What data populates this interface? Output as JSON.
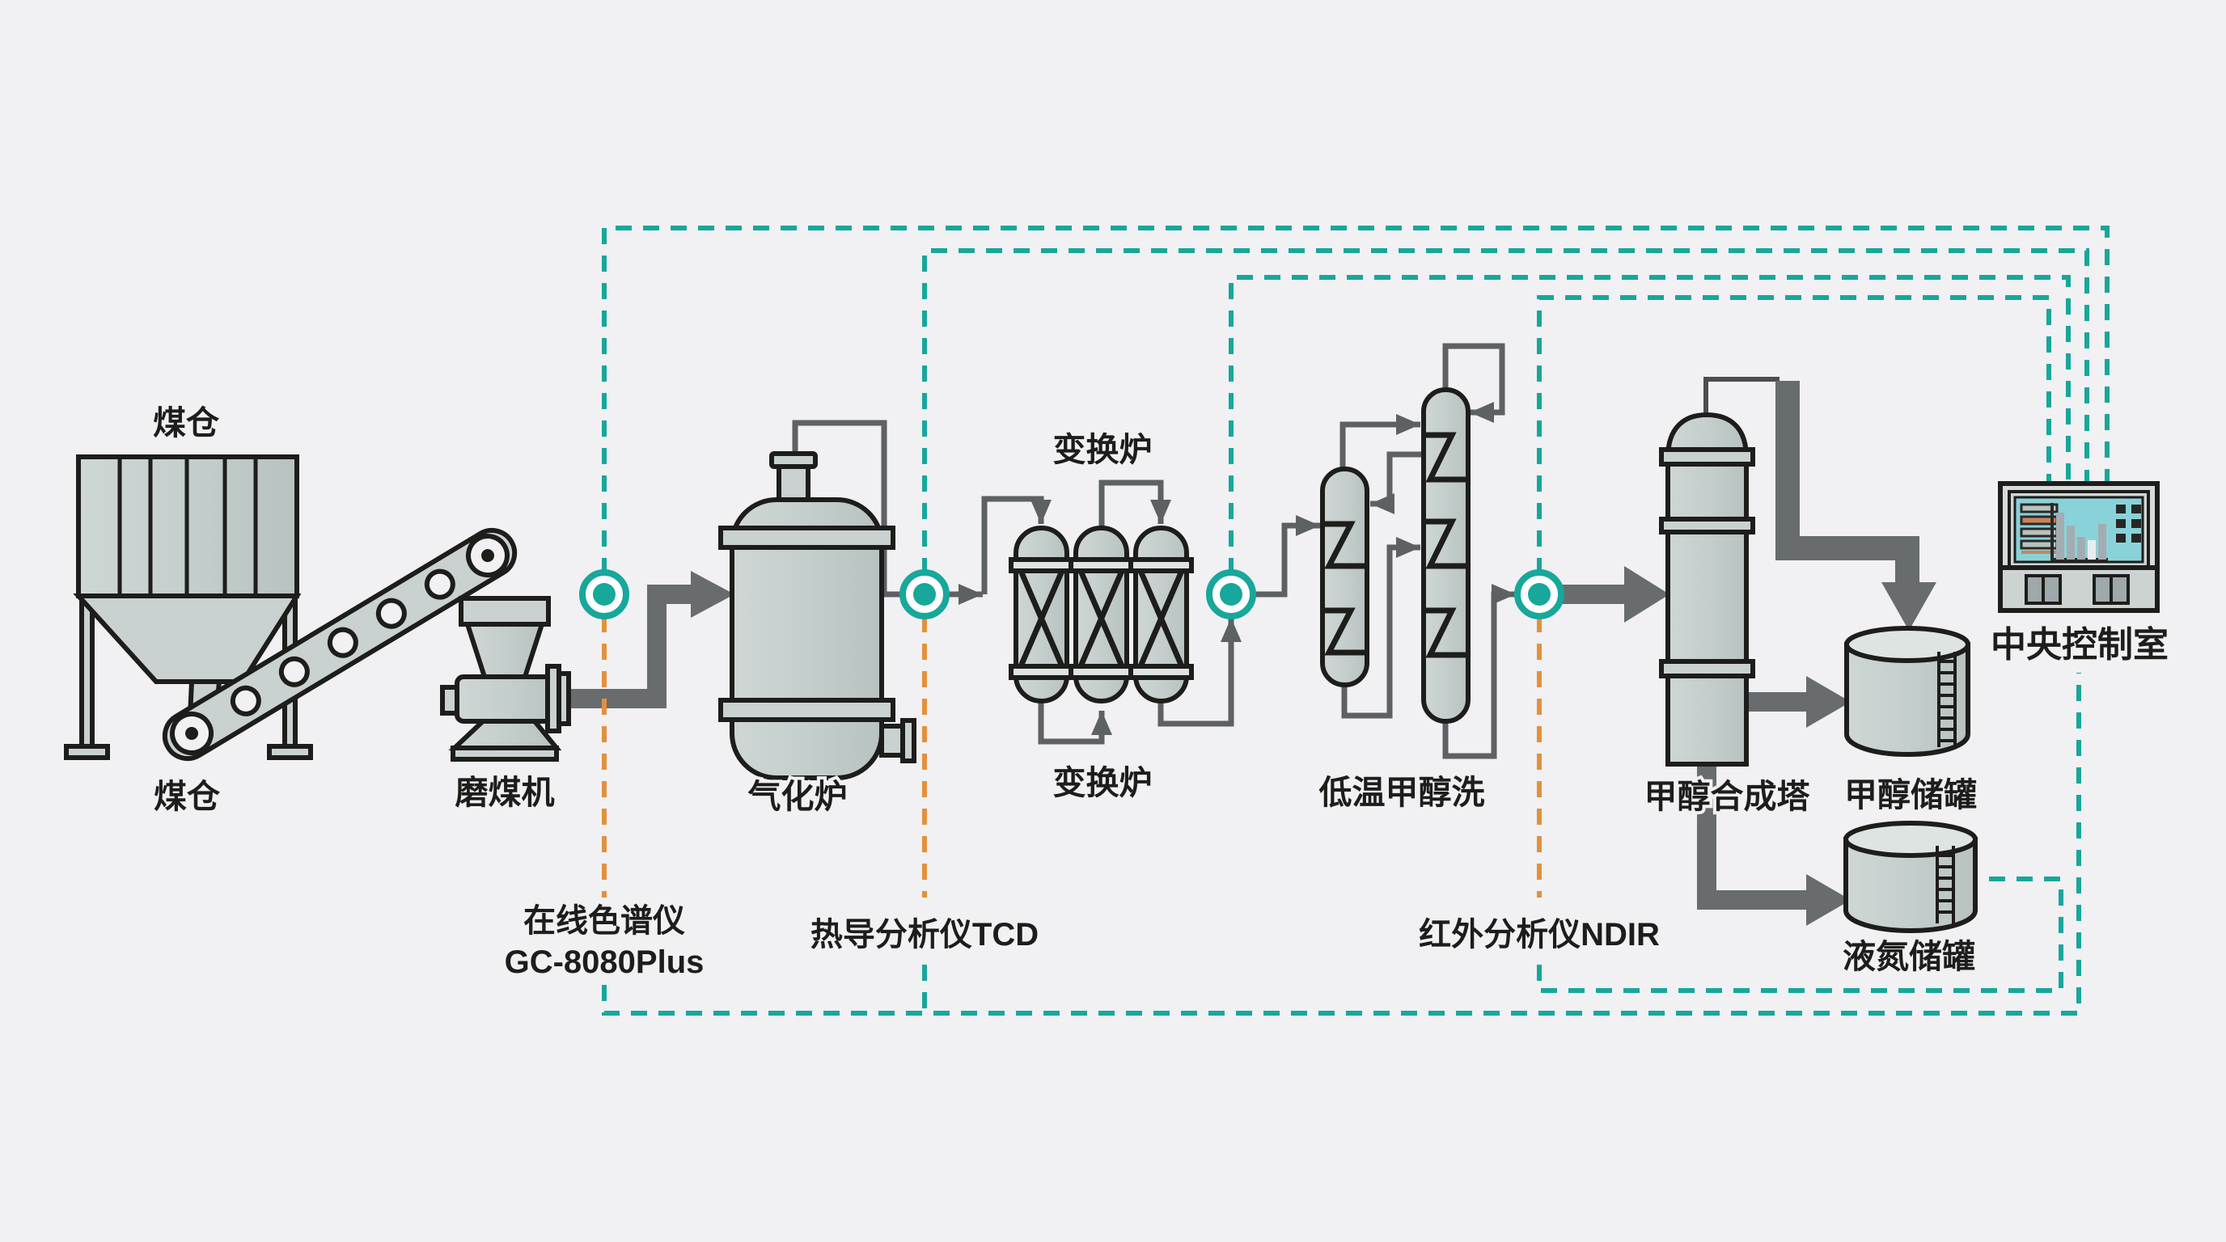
{
  "diagram_title": "coal-to-methanol-online-analysis-flow",
  "colors": {
    "background": "#f1f0f3",
    "outline": "#1d1d1b",
    "equipment_fill": "#c9d2d0",
    "equipment_fill_light": "#dde4e2",
    "pipe_gray": "#5d6163",
    "arrow_gray": "#686c6e",
    "signal_teal": "#17a79b",
    "sample_orange": "#e2913d",
    "screen_cyan": "#8ad2d9",
    "screen_bar_orange": "#c8845c",
    "text": "#1d1d1b"
  },
  "equipment": {
    "coal_bunker_top_label": "煤仓",
    "coal_bunker_label": "煤仓",
    "coal_mill_label": "磨煤机",
    "gasifier_label": "气化炉",
    "shift_converter_top_label": "变换炉",
    "shift_converter_label": "变换炉",
    "methanol_wash_label": "低温甲醇洗",
    "methanol_synthesis_tower_label": "甲醇合成塔",
    "methanol_tank_label": "甲醇储罐",
    "nitrogen_tank_label": "液氮储罐",
    "control_room_label": "中央控制室"
  },
  "analyzers": {
    "gc_line1": "在线色谱仪",
    "gc_line2": "GC-8080Plus",
    "tcd": "热导分析仪TCD",
    "ndir": "红外分析仪NDIR"
  }
}
